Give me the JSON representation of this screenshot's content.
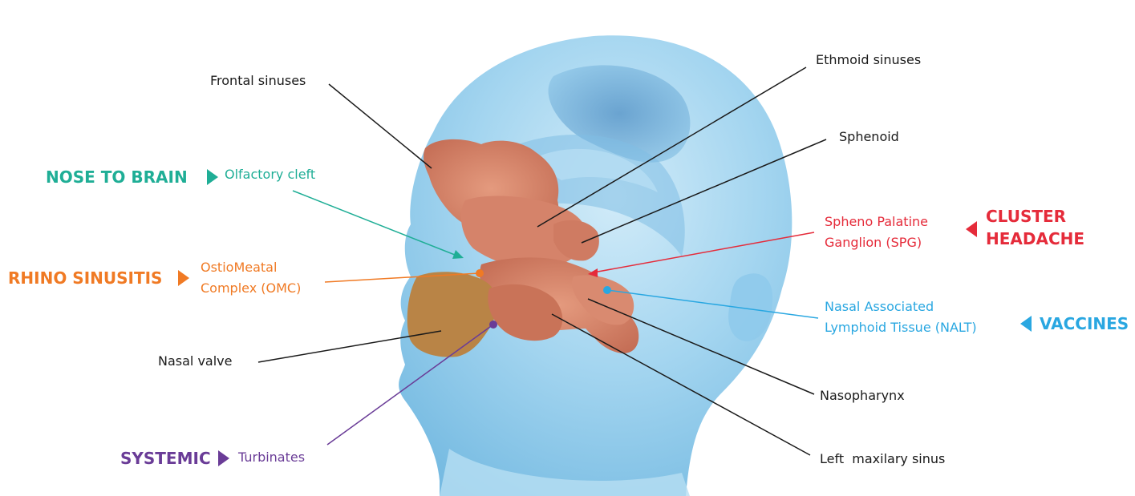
{
  "labels": {
    "frontal_sinuses": "Frontal sinuses",
    "ethmoid_sinuses": "Ethmoid sinuses",
    "sphenoid": "Sphenoid",
    "olfactory_cleft": "Olfactory cleft",
    "omc_line1": "OstioMeatal",
    "omc_line2": "Complex (OMC)",
    "spg_line1": "Spheno Palatine",
    "spg_line2": "Ganglion (SPG)",
    "nalt_line1": "Nasal Associated",
    "nalt_line2": "Lymphoid Tissue (NALT)",
    "nasal_valve": "Nasal valve",
    "nasopharynx": "Nasopharynx",
    "turbinates": "Turbinates",
    "left_maxillary_sinus": "Left  maxilary sinus"
  },
  "categories": {
    "nose_to_brain": "NOSE TO BRAIN",
    "rhino_sinusitis": "RHINO SINUSITIS",
    "cluster_line1": "CLUSTER",
    "cluster_line2": "HEADACHE",
    "vaccines": "VACCINES",
    "systemic": "SYSTEMIC"
  },
  "colors": {
    "teal": "#1fae96",
    "orange": "#f07a24",
    "red": "#e52b3a",
    "blue": "#29a7e1",
    "purple": "#6a3c97",
    "black": "#1a1a1a"
  }
}
